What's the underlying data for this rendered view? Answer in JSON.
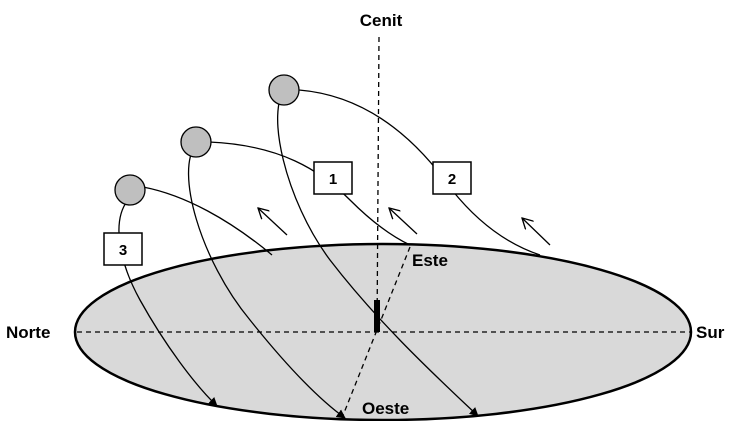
{
  "labels": {
    "zenith": "Cenit",
    "north": "Norte",
    "south": "Sur",
    "east": "Este",
    "west": "Oeste"
  },
  "paths": [
    {
      "id": "1",
      "label": "1"
    },
    {
      "id": "2",
      "label": "2"
    },
    {
      "id": "3",
      "label": "3"
    }
  ],
  "colors": {
    "horizon_fill": "#d9d9d9",
    "sun_fill": "#bfbfbf",
    "stroke": "#000000"
  },
  "icons": {
    "sun": "sun-icon",
    "gnomon": "gnomon-icon",
    "arrow": "direction-arrow-icon"
  }
}
